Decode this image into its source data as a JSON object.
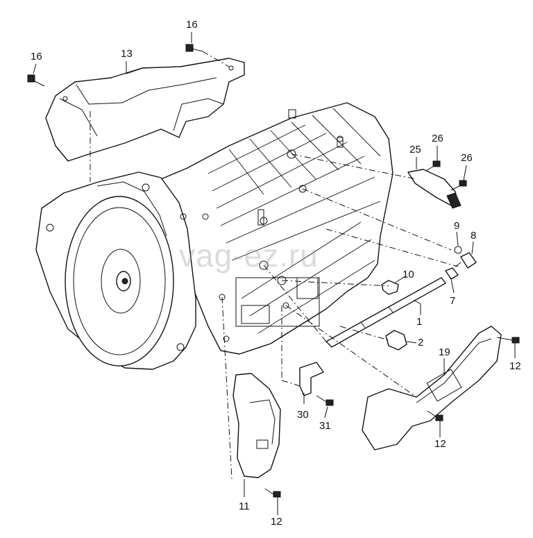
{
  "watermark": "vag-ez.ru",
  "callouts": [
    {
      "id": "c16a",
      "text": "16"
    },
    {
      "id": "c16b",
      "text": "16"
    },
    {
      "id": "c13",
      "text": "13"
    },
    {
      "id": "c25",
      "text": "25"
    },
    {
      "id": "c26a",
      "text": "26"
    },
    {
      "id": "c26b",
      "text": "26"
    },
    {
      "id": "c9",
      "text": "9"
    },
    {
      "id": "c8",
      "text": "8"
    },
    {
      "id": "c10",
      "text": "10"
    },
    {
      "id": "c7",
      "text": "7"
    },
    {
      "id": "c1",
      "text": "1"
    },
    {
      "id": "c2",
      "text": "2"
    },
    {
      "id": "c19",
      "text": "19"
    },
    {
      "id": "c12a",
      "text": "12"
    },
    {
      "id": "c12b",
      "text": "12"
    },
    {
      "id": "c12c",
      "text": "12"
    },
    {
      "id": "c30",
      "text": "30"
    },
    {
      "id": "c31",
      "text": "31"
    },
    {
      "id": "c11",
      "text": "11"
    }
  ]
}
